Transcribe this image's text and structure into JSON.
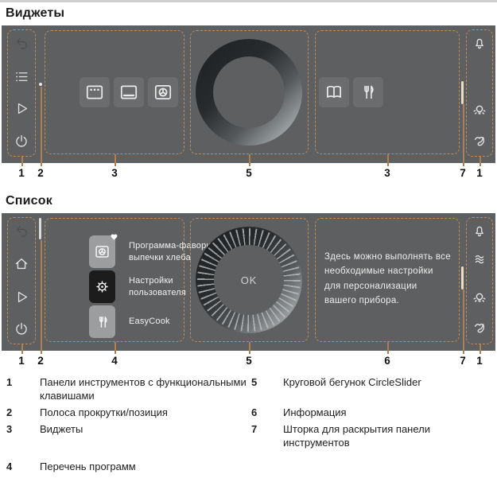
{
  "sections": [
    {
      "title": "Виджеты"
    },
    {
      "title": "Список"
    }
  ],
  "widgets_figure": {
    "left_toolbar_icons": [
      "undo-icon",
      "list-icon",
      "play-icon",
      "power-icon"
    ],
    "right_toolbar_icons": [
      "bell-icon",
      "light-icon",
      "child-lock-icon"
    ],
    "widget_buttons_left": [
      "oven-grill-icon",
      "oven-bottom-heat-icon",
      "hot-air-icon"
    ],
    "widget_buttons_right": [
      "cookbook-icon",
      "cutlery-icon"
    ],
    "callouts": [
      "1",
      "2",
      "3",
      "5",
      "3",
      "7",
      "1"
    ]
  },
  "list_figure": {
    "left_toolbar_icons": [
      "undo-icon",
      "home-icon",
      "play-icon",
      "power-icon"
    ],
    "right_toolbar_icons": [
      "bell-icon",
      "steam-icon",
      "light-icon",
      "child-lock-icon"
    ],
    "programs": [
      {
        "icon": "hot-air-icon",
        "favorite": true,
        "label": "Программа-фаворит выпечки хлеба"
      },
      {
        "icon": "gear-icon",
        "favorite": false,
        "label": "Настройки пользователя"
      },
      {
        "icon": "cutlery-icon",
        "favorite": false,
        "label": "EasyCook"
      }
    ],
    "circle_slider_label": "OK",
    "info_text": "Здесь можно выполнять все необходимые настройки для персонализации вашего прибора.",
    "callouts": [
      "1",
      "2",
      "4",
      "5",
      "6",
      "7",
      "1"
    ]
  },
  "legend": {
    "items": [
      {
        "num": "1",
        "label": "Панели инструментов с функциональными клавишами"
      },
      {
        "num": "2",
        "label": "Полоса прокрутки/позиция"
      },
      {
        "num": "3",
        "label": "Виджеты"
      },
      {
        "num": "4",
        "label": "Перечень программ"
      },
      {
        "num": "5",
        "label": "Круговой бегунок CircleSlider"
      },
      {
        "num": "6",
        "label": "Информация"
      },
      {
        "num": "7",
        "label": "Шторка для раскрытия панели инструментов"
      }
    ]
  },
  "colors": {
    "panel_background": "#5e5f60",
    "callout_accent": "#b9895a",
    "shutter_bar": "#e9dfc0",
    "tile_light": "#9c9d9e",
    "tile_dark": "#1c1c1c",
    "knob_dark": "#1d2022",
    "knob_highlight": "#f0f2f2"
  }
}
